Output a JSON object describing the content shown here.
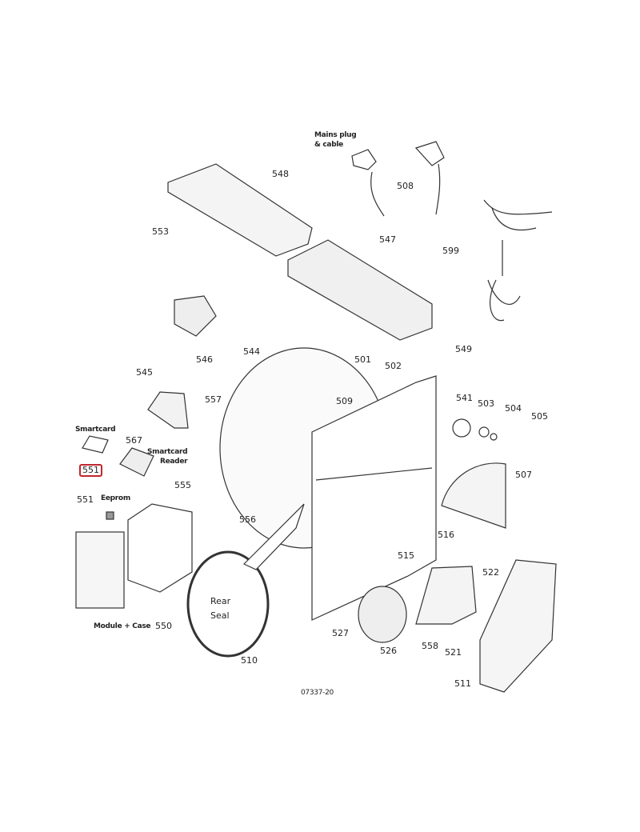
{
  "diagram": {
    "mains_plug_line1": "Mains plug",
    "mains_plug_line2": "& cable",
    "smartcard": "Smartcard",
    "smartcard_reader_line1": "Smartcard",
    "smartcard_reader_line2": "Reader",
    "eeprom": "Eeprom",
    "rear_seal_line1": "Rear",
    "rear_seal_line2": "Seal",
    "module_case": "Module + Case",
    "figure_code": "07337-20",
    "highlight_color": "#c0272d",
    "parts": {
      "p548": "548",
      "p553": "553",
      "p508": "508",
      "p547": "547",
      "p599": "599",
      "p546": "546",
      "p544": "544",
      "p501": "501",
      "p549": "549",
      "p545": "545",
      "p502": "502",
      "p557": "557",
      "p509": "509",
      "p541": "541",
      "p503": "503",
      "p504": "504",
      "p505": "505",
      "p567": "567",
      "p551_highlighted": "551",
      "p555": "555",
      "p507": "507",
      "p551": "551",
      "p556": "556",
      "p516": "516",
      "p515": "515",
      "p522": "522",
      "p527": "527",
      "p526": "526",
      "p558": "558",
      "p521": "521",
      "p550": "550",
      "p510": "510",
      "p511": "511"
    }
  }
}
